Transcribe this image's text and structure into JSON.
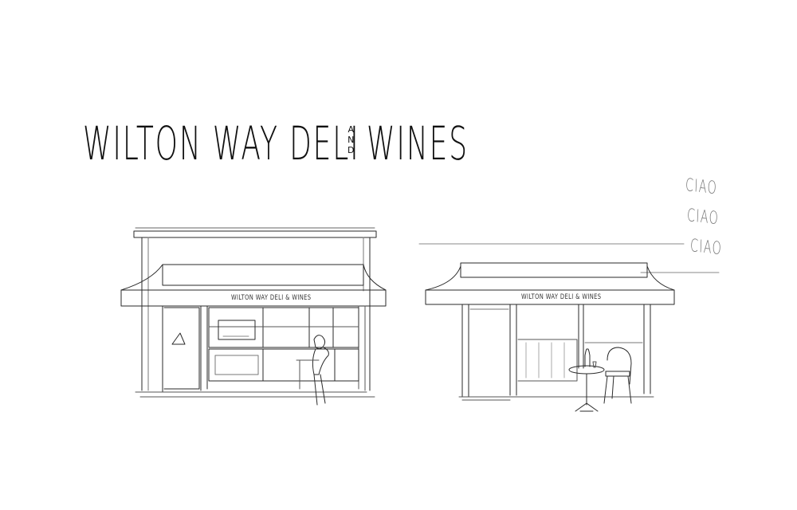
{
  "title": {
    "main": "WILTON WAY DELI",
    "and_letters": [
      "A",
      "N",
      "D"
    ],
    "wines": "WINES"
  },
  "ciao": [
    "CIAO",
    "CIAO",
    "CIAO"
  ],
  "left_shop": {
    "awning_sign": "WILTON WAY DELI & WINES"
  },
  "right_shop": {
    "awning_sign": "WILTON WAY DELI & WINES"
  }
}
